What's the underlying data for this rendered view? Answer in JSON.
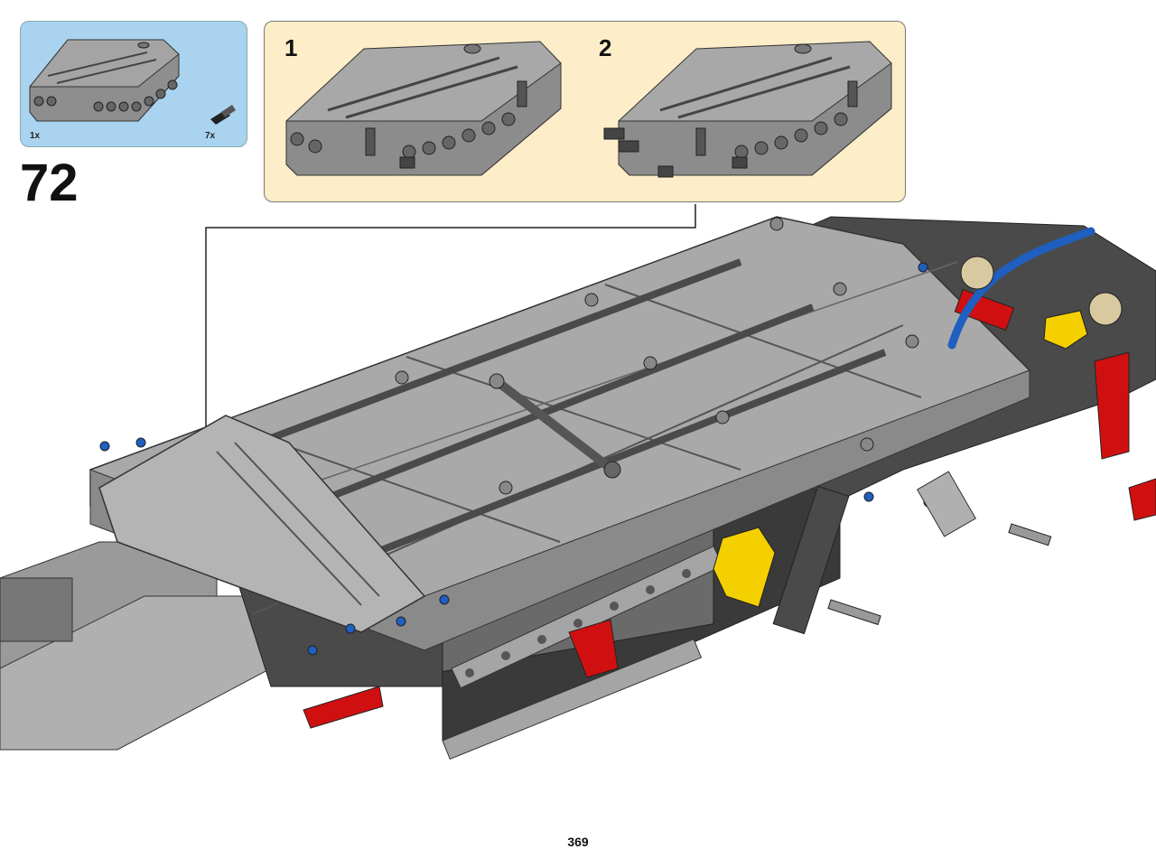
{
  "step": {
    "number": "72",
    "page_number": "369"
  },
  "parts_list": [
    {
      "name": "panel-plate",
      "quantity": "1x"
    },
    {
      "name": "axle-pin",
      "quantity": "7x"
    }
  ],
  "substeps": [
    {
      "number": "1"
    },
    {
      "number": "2"
    }
  ],
  "colors": {
    "parts_bg": "#a9d3ef",
    "substep_bg": "#fdedc8",
    "panel_gray": "#a9a9a9",
    "dark_gray": "#3c3c3c",
    "blue": "#1e5fbf",
    "red": "#d01010",
    "yellow": "#f5d000"
  }
}
